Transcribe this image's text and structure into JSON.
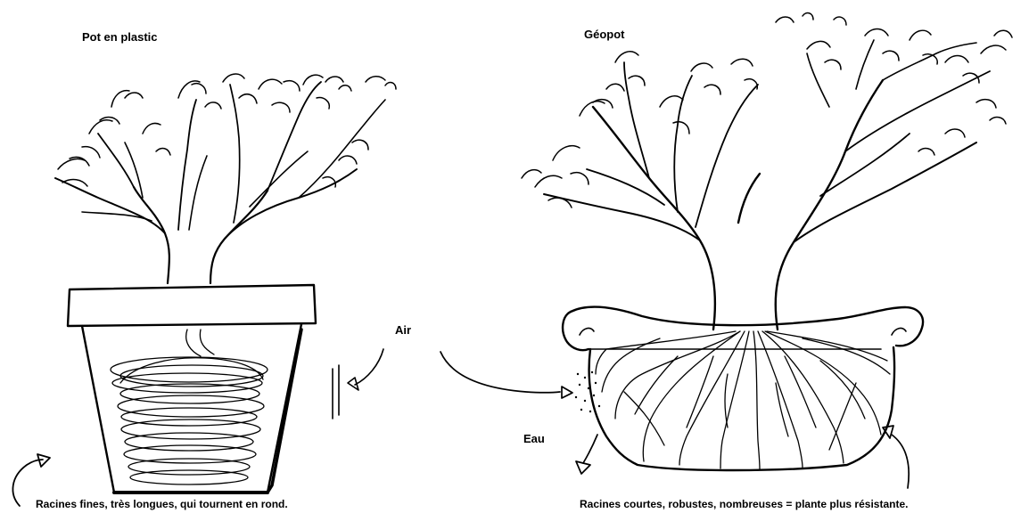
{
  "titles": {
    "left": "Pot en plastic",
    "right": "Géopot"
  },
  "labels": {
    "air": "Air",
    "eau": "Eau"
  },
  "captions": {
    "left": "Racines fines, très longues, qui tournent en rond.",
    "right": "Racines courtes, robustes, nombreuses = plante plus résistante."
  }
}
